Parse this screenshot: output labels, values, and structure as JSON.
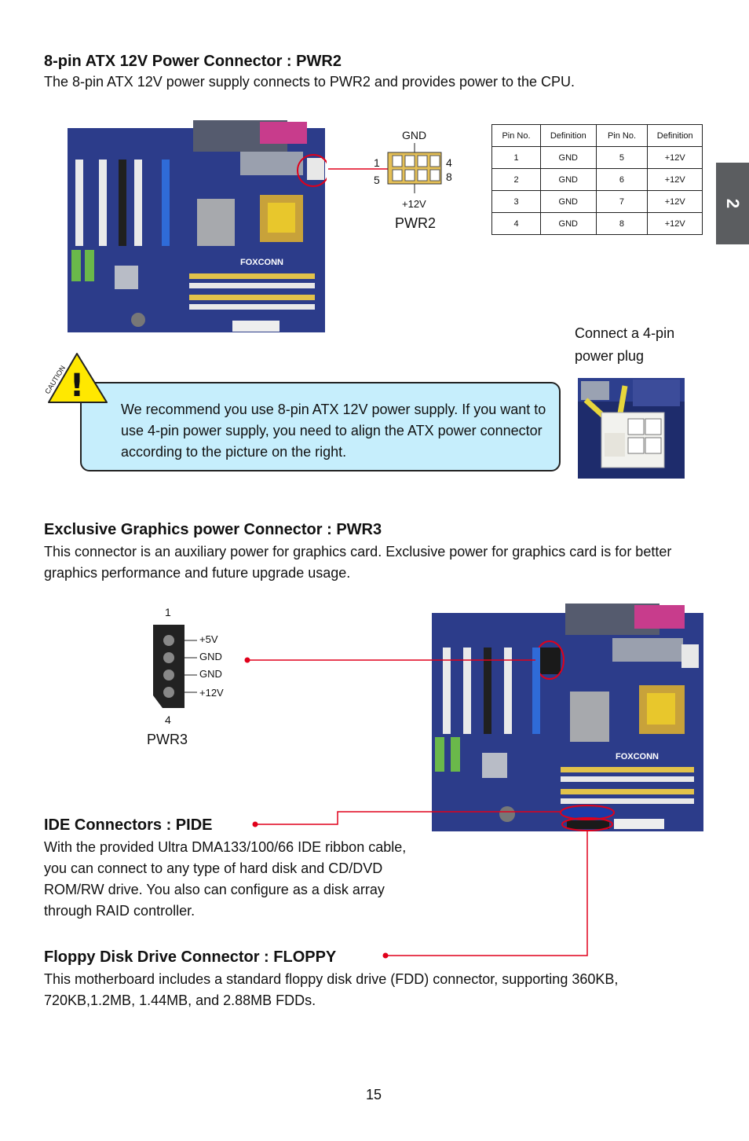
{
  "side_tab": "2",
  "pwr2": {
    "heading": "8-pin ATX 12V Power Connector : PWR2",
    "description": "The 8-pin ATX 12V power supply connects to PWR2 and provides power to the CPU.",
    "diagram": {
      "top_label": "GND",
      "bottom_label": "+12V",
      "left_top": "1",
      "left_bottom": "5",
      "right_top": "4",
      "right_bottom": "8",
      "name": "PWR2"
    },
    "table": {
      "headers": [
        "Pin No.",
        "Definition",
        "Pin No.",
        "Definition"
      ],
      "rows": [
        [
          "1",
          "GND",
          "5",
          "+12V"
        ],
        [
          "2",
          "GND",
          "6",
          "+12V"
        ],
        [
          "3",
          "GND",
          "7",
          "+12V"
        ],
        [
          "4",
          "GND",
          "8",
          "+12V"
        ]
      ]
    }
  },
  "caution": {
    "label": "CAUTION",
    "mark": "!",
    "text": "We recommend you use 8-pin ATX 12V power supply. If you want to use 4-pin power supply, you need to align the ATX power connector according to the picture on the right."
  },
  "plug_caption": "Connect a 4-pin power plug",
  "pwr3": {
    "heading": "Exclusive Graphics power Connector : PWR3",
    "description": "This connector is an auxiliary power for graphics card. Exclusive power for graphics card is for better graphics performance and future upgrade usage.",
    "pin_top": "1",
    "pin_bottom": "4",
    "pins": [
      "+5V",
      "GND",
      "GND",
      "+12V"
    ],
    "name": "PWR3"
  },
  "pide": {
    "heading": "IDE Connectors : PIDE",
    "description": "With the provided Ultra DMA133/100/66 IDE ribbon cable, you can connect to any type of hard disk and CD/DVD ROM/RW drive. You also can configure as a disk array through RAID controller."
  },
  "floppy": {
    "heading": "Floppy Disk Drive Connector : FLOPPY",
    "description": "This motherboard includes a standard floppy disk drive (FDD) connector,  supporting 360KB, 720KB,1.2MB, 1.44MB, and 2.88MB FDDs."
  },
  "board_brand": "FOXCONN",
  "page_number": "15",
  "colors": {
    "accent_red": "#e0001b",
    "caution_fill": "#c6eefc",
    "board_blue": "#2b3a86",
    "tab_gray": "#5b5d60"
  }
}
